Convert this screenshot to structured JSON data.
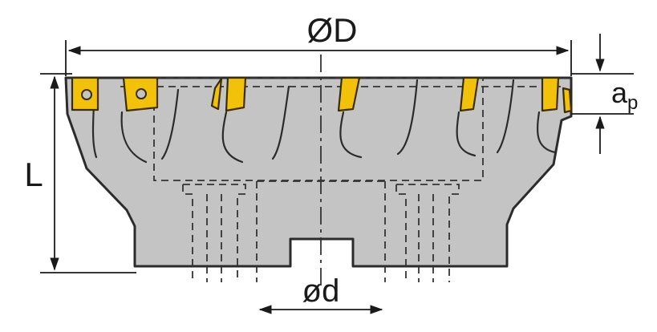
{
  "labels": {
    "outer_diameter": "ØD",
    "length": "L",
    "cut_depth_base": "a",
    "cut_depth_sub": "p",
    "bore_diameter": "ød"
  },
  "colors": {
    "body": "#c4c4c4",
    "body_outline": "#2b2b2b",
    "insert": "#f2c20a",
    "insert_outline": "#3a2e00",
    "dimension_line": "#1a1a1a",
    "hidden_line": "#333333"
  },
  "insert_count_visible": 6
}
